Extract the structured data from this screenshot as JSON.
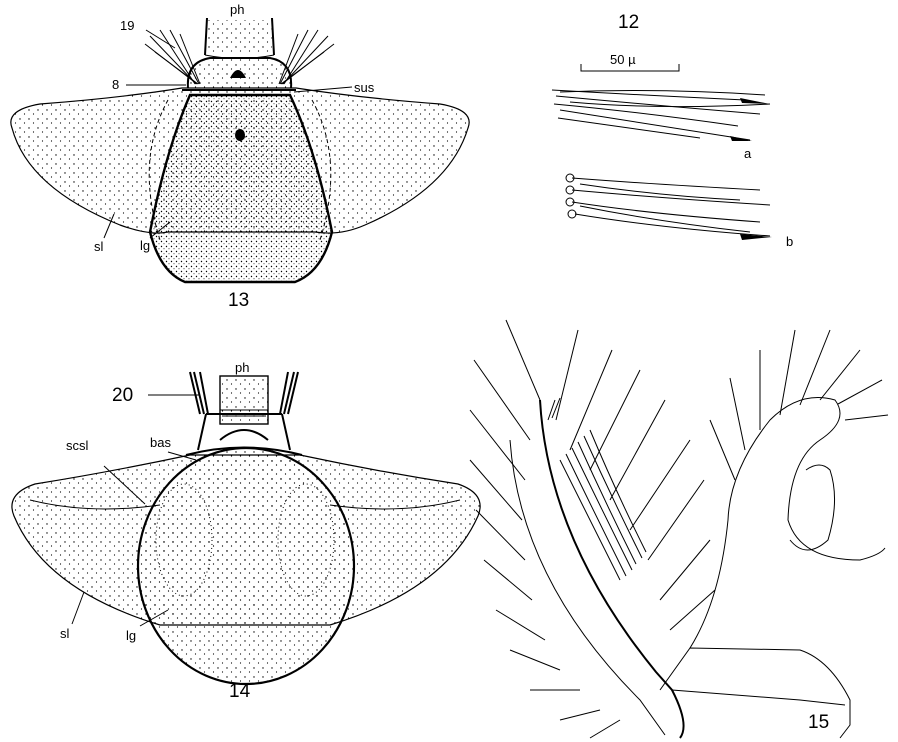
{
  "figures": {
    "fig12": {
      "number": "12",
      "scale_label": "50 µ",
      "part_a": "a",
      "part_b": "b"
    },
    "fig13": {
      "number": "13",
      "labels": {
        "ph": "ph",
        "n19": "19",
        "n8": "8",
        "sus": "sus",
        "sl": "sl",
        "lg": "lg"
      }
    },
    "fig14": {
      "number": "14",
      "labels": {
        "ph": "ph",
        "n20": "20",
        "bas": "bas",
        "scsl": "scsl",
        "sl": "sl",
        "lg": "lg"
      }
    },
    "fig15": {
      "number": "15"
    }
  }
}
